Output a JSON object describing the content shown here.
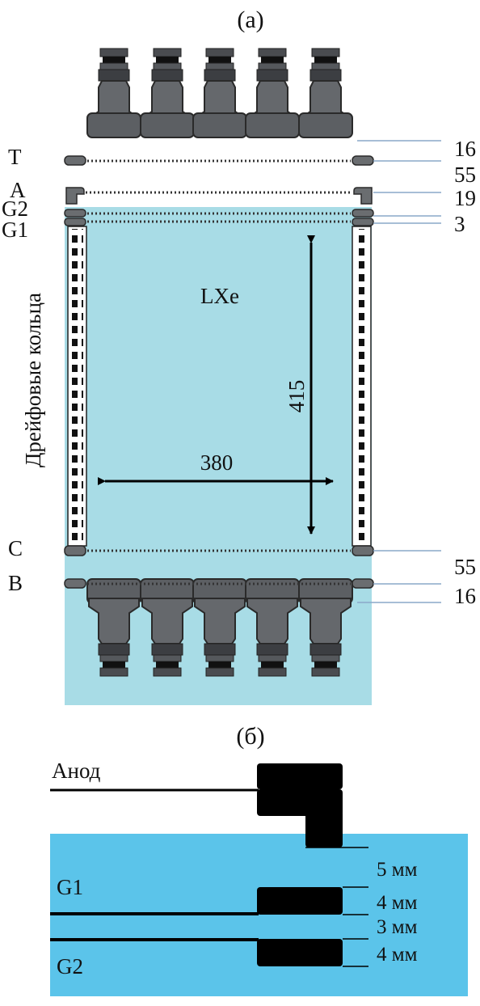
{
  "panel_a": {
    "label": "(а)",
    "electrodes": [
      "T",
      "A",
      "G2",
      "G1",
      "C",
      "B"
    ],
    "spacings_right": [
      "16",
      "55",
      "19",
      "3",
      "55",
      "16"
    ],
    "medium_label": "LXe",
    "height_dim": "415",
    "width_dim": "380",
    "side_label": "Дрейфовые кольца",
    "pmt_top_count": 5,
    "pmt_bottom_count": 5,
    "colors": {
      "lxe": "#a8dce6",
      "pmt_body": "#606367",
      "pmt_edge": "#2a2a2a"
    }
  },
  "panel_b": {
    "label": "(б)",
    "anode_label": "Анод",
    "grid1_label": "G1",
    "grid2_label": "G2",
    "gaps": [
      "5 мм",
      "4 мм",
      "3 мм",
      "4 мм"
    ],
    "colors": {
      "liquid": "#5bc4ea",
      "electrode": "#000000"
    }
  }
}
